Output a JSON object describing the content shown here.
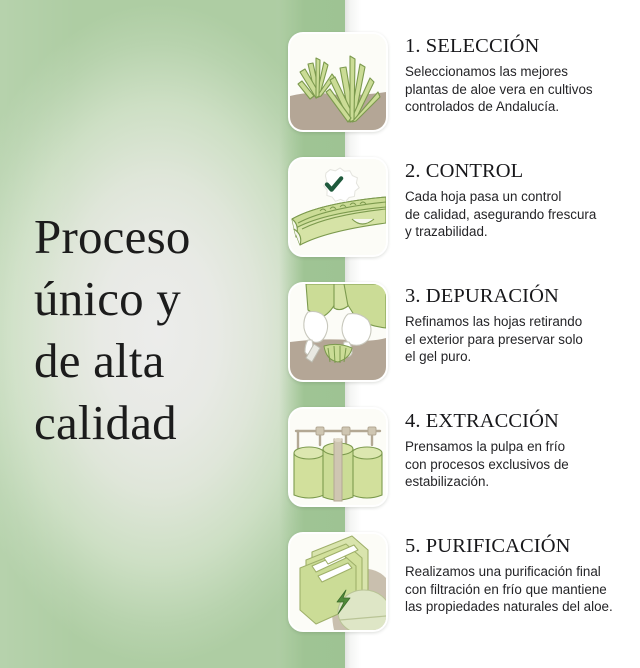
{
  "poster": {
    "headline": "Proceso\núnico y\nde alta\ncalidad",
    "colors": {
      "left_panel_center": "#ececeb",
      "left_panel_edge": "#aecda3",
      "green_strip": "#9ec393",
      "background": "#ffffff",
      "heading_text": "#17171a",
      "body_text": "#242427",
      "aloe_green": "#cbdc96",
      "aloe_outline": "#7c9a4e",
      "soil_brown": "#b4a696",
      "check_badge": "#1f5a3d"
    }
  },
  "steps": [
    {
      "title": "1. SELECCIÓN",
      "description": "Seleccionamos las mejores\nplantas de aloe vera en cultivos\ncontrolados de Andalucía.",
      "icon": "aloe-plants-in-soil-icon"
    },
    {
      "title": "2. CONTROL",
      "description": "Cada hoja pasa un control\nde calidad, asegurando frescura\ny trazabilidad.",
      "icon": "aloe-leaf-quality-check-icon"
    },
    {
      "title": "3. DEPURACIÓN",
      "description": "Refinamos las hojas retirando\nel exterior para preservar solo\nel gel puro.",
      "icon": "gloved-hands-filleting-leaf-icon"
    },
    {
      "title": "4. EXTRACCIÓN",
      "description": "Prensamos la pulpa en frío\ncon procesos exclusivos de\nestabilización.",
      "icon": "storage-tanks-icon"
    },
    {
      "title": "5. PURIFICACIÓN",
      "description": "Realizamos una purificación final\ncon filtración en frío que mantiene\nlas propiedades naturales del aloe.",
      "icon": "filtration-membranes-icon"
    }
  ]
}
